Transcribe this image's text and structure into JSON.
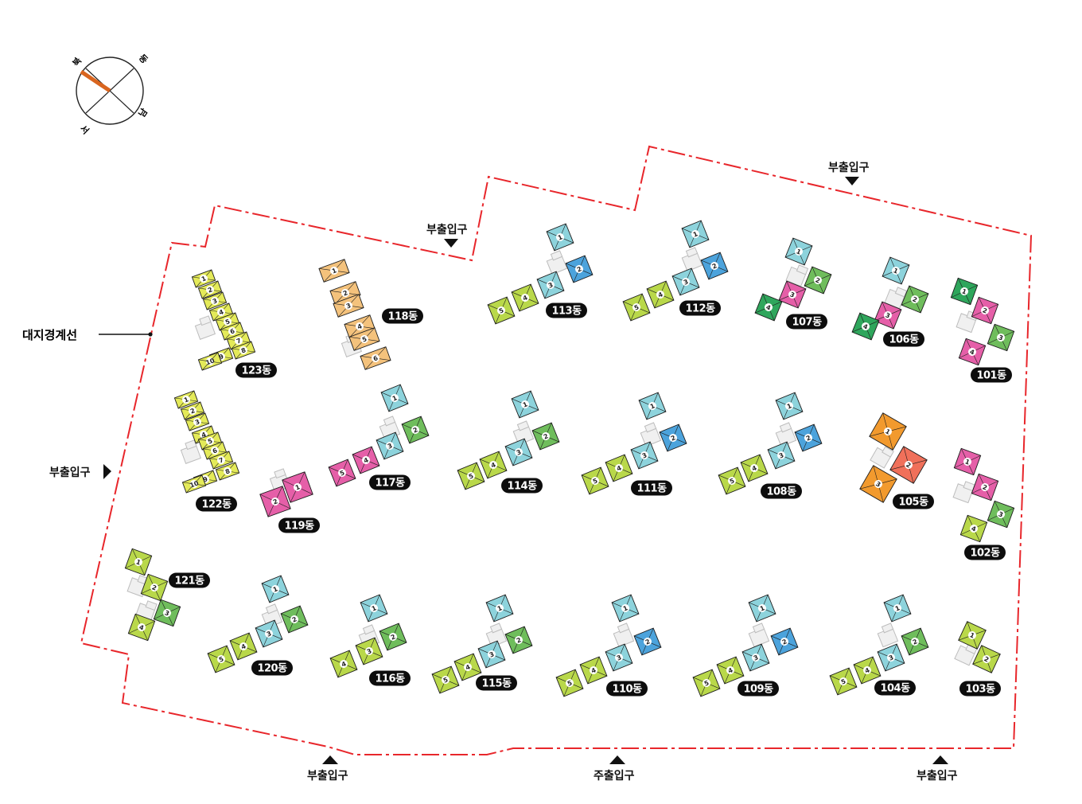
{
  "colors": {
    "boundary": "#e8262b",
    "lime": "#b9d84a",
    "yellow": "#e4ea59",
    "cyan": "#8dd3dc",
    "blue": "#4ca3dc",
    "green": "#6fbd5c",
    "darkgreen": "#2fa65c",
    "pink": "#e55fa8",
    "orange": "#f29a2e",
    "peach": "#f4c27c",
    "salmon": "#f0705a",
    "core": "#f0f0f0"
  },
  "compass": {
    "north": "북",
    "east": "동",
    "south": "남",
    "west": "서"
  },
  "boundary_label": "대지경계선",
  "entrances": {
    "side_top_left": "부출입구",
    "side_top_right": "부출입구",
    "side_left": "부출입구",
    "side_bottom_left": "부출입구",
    "main_bottom": "주출입구",
    "side_bottom_right": "부출입구"
  },
  "buildings": [
    {
      "label": "101동",
      "units": [
        "1",
        "2",
        "3",
        "4"
      ],
      "palette": [
        "darkgreen",
        "pink",
        "green",
        "pink"
      ]
    },
    {
      "label": "102동",
      "units": [
        "1",
        "2",
        "3",
        "4"
      ],
      "palette": [
        "pink",
        "pink",
        "green",
        "lime"
      ]
    },
    {
      "label": "103동",
      "units": [
        "1",
        "2"
      ],
      "palette": [
        "lime",
        "lime"
      ]
    },
    {
      "label": "104동",
      "units": [
        "1",
        "2",
        "3",
        "4",
        "5"
      ],
      "palette": [
        "cyan",
        "green",
        "cyan",
        "lime",
        "lime"
      ]
    },
    {
      "label": "105동",
      "units": [
        "1",
        "2",
        "3"
      ],
      "palette": [
        "orange",
        "salmon",
        "orange"
      ]
    },
    {
      "label": "106동",
      "units": [
        "1",
        "2",
        "3",
        "4"
      ],
      "palette": [
        "cyan",
        "green",
        "pink",
        "darkgreen"
      ]
    },
    {
      "label": "107동",
      "units": [
        "1",
        "2",
        "3",
        "4"
      ],
      "palette": [
        "cyan",
        "green",
        "pink",
        "darkgreen"
      ]
    },
    {
      "label": "108동",
      "units": [
        "1",
        "2",
        "3",
        "4",
        "5"
      ],
      "palette": [
        "cyan",
        "blue",
        "cyan",
        "lime",
        "lime"
      ]
    },
    {
      "label": "109동",
      "units": [
        "1",
        "2",
        "3",
        "4",
        "5"
      ],
      "palette": [
        "cyan",
        "blue",
        "cyan",
        "lime",
        "lime"
      ]
    },
    {
      "label": "110동",
      "units": [
        "1",
        "2",
        "3",
        "4",
        "5"
      ],
      "palette": [
        "cyan",
        "blue",
        "cyan",
        "lime",
        "lime"
      ]
    },
    {
      "label": "111동",
      "units": [
        "1",
        "2",
        "3",
        "4",
        "5"
      ],
      "palette": [
        "cyan",
        "blue",
        "cyan",
        "lime",
        "lime"
      ]
    },
    {
      "label": "112동",
      "units": [
        "1",
        "2",
        "3",
        "4",
        "5"
      ],
      "palette": [
        "cyan",
        "blue",
        "cyan",
        "lime",
        "lime"
      ]
    },
    {
      "label": "113동",
      "units": [
        "1",
        "2",
        "3",
        "4",
        "5"
      ],
      "palette": [
        "cyan",
        "blue",
        "cyan",
        "lime",
        "lime"
      ]
    },
    {
      "label": "114동",
      "units": [
        "1",
        "2",
        "3",
        "4",
        "5"
      ],
      "palette": [
        "cyan",
        "green",
        "cyan",
        "lime",
        "lime"
      ]
    },
    {
      "label": "115동",
      "units": [
        "1",
        "2",
        "3",
        "4",
        "5"
      ],
      "palette": [
        "cyan",
        "green",
        "cyan",
        "lime",
        "lime"
      ]
    },
    {
      "label": "116동",
      "units": [
        "1",
        "2",
        "3",
        "4"
      ],
      "palette": [
        "cyan",
        "green",
        "lime",
        "lime"
      ]
    },
    {
      "label": "117동",
      "units": [
        "1",
        "2",
        "3",
        "4",
        "5"
      ],
      "palette": [
        "cyan",
        "green",
        "cyan",
        "pink",
        "pink"
      ]
    },
    {
      "label": "118동",
      "units": [
        "1",
        "2",
        "3",
        "4",
        "5",
        "6"
      ],
      "palette": [
        "peach",
        "peach",
        "peach",
        "peach",
        "peach",
        "peach"
      ]
    },
    {
      "label": "119동",
      "units": [
        "1",
        "2"
      ],
      "palette": [
        "pink",
        "pink"
      ]
    },
    {
      "label": "120동",
      "units": [
        "1",
        "2",
        "3",
        "4",
        "5"
      ],
      "palette": [
        "cyan",
        "green",
        "cyan",
        "lime",
        "lime"
      ]
    },
    {
      "label": "121동",
      "units": [
        "1",
        "2",
        "3",
        "4"
      ],
      "palette": [
        "lime",
        "lime",
        "green",
        "lime"
      ]
    },
    {
      "label": "122동",
      "units": [
        "1",
        "2",
        "3",
        "4",
        "5",
        "6",
        "7",
        "8",
        "9",
        "10"
      ],
      "palette": [
        "yellow",
        "yellow",
        "yellow",
        "yellow",
        "yellow",
        "yellow",
        "yellow",
        "yellow",
        "yellow",
        "yellow"
      ]
    },
    {
      "label": "123동",
      "units": [
        "1",
        "2",
        "3",
        "4",
        "5",
        "6",
        "7",
        "8",
        "9",
        "10"
      ],
      "palette": [
        "yellow",
        "yellow",
        "yellow",
        "yellow",
        "yellow",
        "yellow",
        "yellow",
        "yellow",
        "yellow",
        "yellow"
      ]
    }
  ]
}
